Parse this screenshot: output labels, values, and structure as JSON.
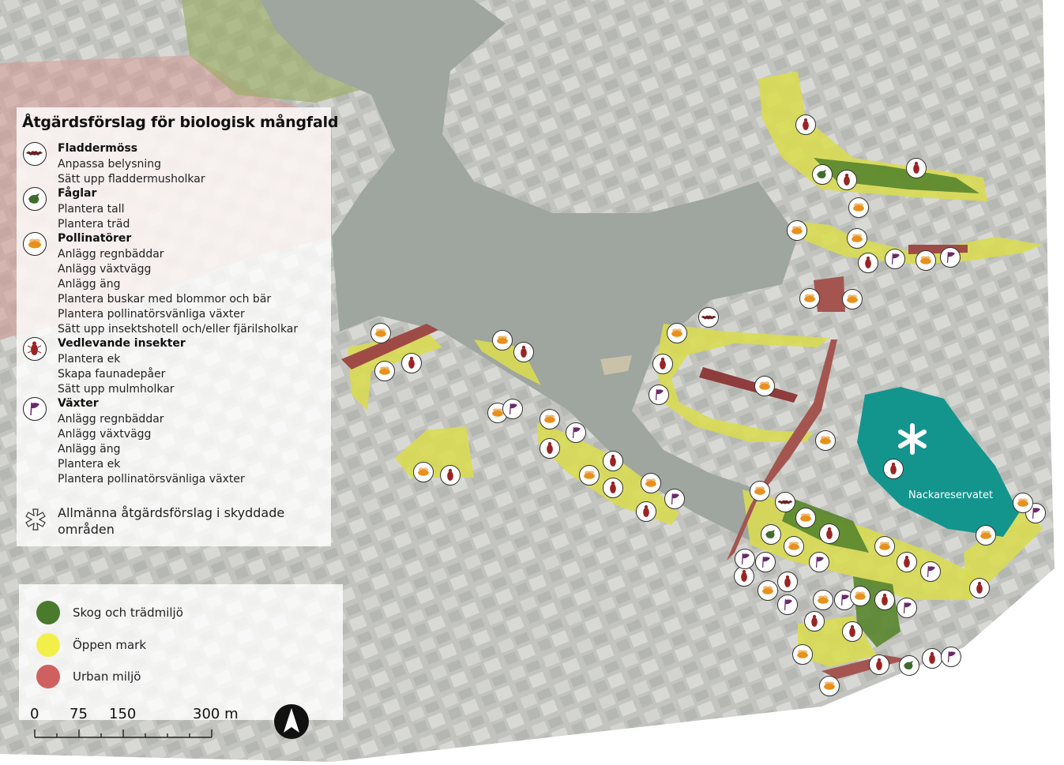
{
  "legend": {
    "title": "Åtgärdsförslag för biologisk mångfald",
    "categories": [
      {
        "name": "Fladdermöss",
        "icon": "bat-icon",
        "items": [
          "Anpassa belysning",
          "Sätt upp fladdermusholkar"
        ]
      },
      {
        "name": "Fåglar",
        "icon": "bird-icon",
        "items": [
          "Plantera tall",
          "Plantera träd"
        ]
      },
      {
        "name": "Pollinatörer",
        "icon": "bee-icon",
        "items": [
          "Anlägg regnbäddar",
          "Anlägg växtvägg",
          "Anlägg äng",
          "Plantera buskar med blommor och bär",
          "Plantera pollinatörsvänliga växter",
          "Sätt upp insektshotell och/eller fjärilsholkar"
        ]
      },
      {
        "name": "Vedlevande insekter",
        "icon": "beetle-icon",
        "items": [
          "Plantera ek",
          "Skapa faunadepåer",
          "Sätt upp mulmholkar"
        ]
      },
      {
        "name": "Växter",
        "icon": "plant-icon",
        "items": [
          "Anlägg regnbäddar",
          "Anlägg växtvägg",
          "Anlägg äng",
          "Plantera ek",
          "Plantera pollinatörsvänliga växter"
        ]
      }
    ],
    "general_text": "Allmänna åtgärdsförslag i skyddade områden",
    "general_icon": "asterisk-outline-icon"
  },
  "area_key": [
    {
      "label": "Skog och trädmiljö",
      "color": "#4a7a2c"
    },
    {
      "label": "Öppen mark",
      "color": "#f3ef4a"
    },
    {
      "label": "Urban miljö",
      "color": "#d06060"
    }
  ],
  "scale": {
    "labels": [
      "0",
      "75",
      "150",
      "300 m"
    ]
  },
  "reserve": {
    "label": "Nackareservatet",
    "color": "#13958e"
  },
  "colors": {
    "water": "#9da59f",
    "ground": "#c6c7c2",
    "forest_zone": "#4a7a2c",
    "open_zone": "#d2d63e",
    "urban_zone": "#9c4a45",
    "bee": "#e8901c",
    "beetle": "#9a2424",
    "plant": "#6a2a6a",
    "bird": "#3f6b2c",
    "bat": "#6a2222"
  }
}
